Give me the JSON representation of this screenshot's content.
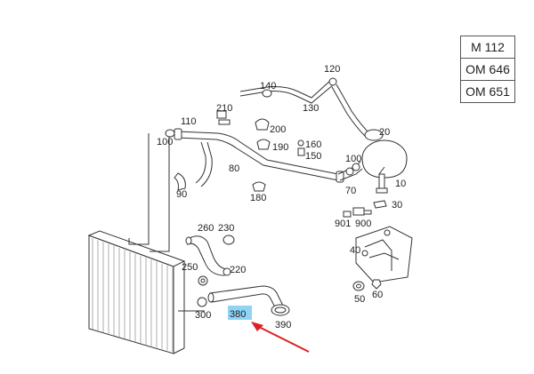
{
  "engine_codes": [
    "M 112",
    "OM 646",
    "OM 651"
  ],
  "highlighted_part": "380",
  "colors": {
    "highlight": "#8fd3f5",
    "arrow": "#e02020",
    "line": "#333333"
  },
  "part_labels": {
    "p10": "10",
    "p20": "20",
    "p30": "30",
    "p40": "40",
    "p50": "50",
    "p60": "60",
    "p70": "70",
    "p80": "80",
    "p90": "90",
    "p100a": "100",
    "p100b": "100",
    "p110": "110",
    "p120": "120",
    "p130": "130",
    "p140": "140",
    "p150": "150",
    "p160": "160",
    "p180": "180",
    "p190": "190",
    "p200": "200",
    "p210": "210",
    "p220": "220",
    "p230": "230",
    "p250": "250",
    "p260": "260",
    "p300": "300",
    "p390": "390",
    "p900": "900",
    "p901": "901"
  }
}
